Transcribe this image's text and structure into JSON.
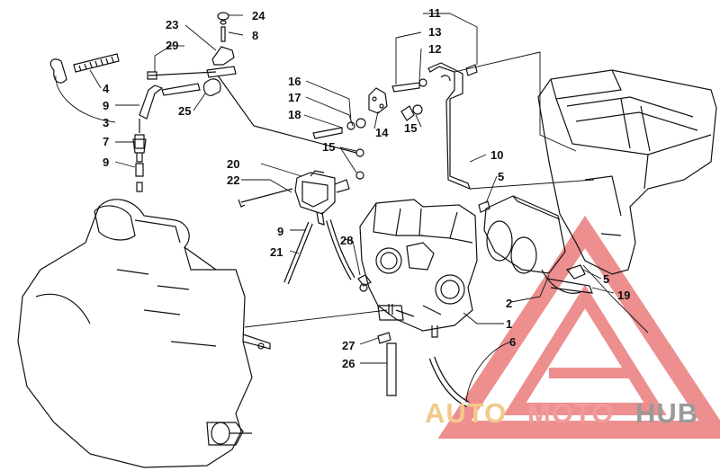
{
  "diagram": {
    "labels": [
      {
        "id": "24",
        "text": "24"
      },
      {
        "id": "8",
        "text": "8"
      },
      {
        "id": "23",
        "text": "23"
      },
      {
        "id": "29",
        "text": "29"
      },
      {
        "id": "4",
        "text": "4"
      },
      {
        "id": "9a",
        "text": "9"
      },
      {
        "id": "25",
        "text": "25"
      },
      {
        "id": "3",
        "text": "3"
      },
      {
        "id": "7",
        "text": "7"
      },
      {
        "id": "9b",
        "text": "9"
      },
      {
        "id": "11",
        "text": "11"
      },
      {
        "id": "13",
        "text": "13"
      },
      {
        "id": "12",
        "text": "12"
      },
      {
        "id": "16",
        "text": "16"
      },
      {
        "id": "17",
        "text": "17"
      },
      {
        "id": "18",
        "text": "18"
      },
      {
        "id": "14",
        "text": "14"
      },
      {
        "id": "15a",
        "text": "15"
      },
      {
        "id": "15b",
        "text": "15"
      },
      {
        "id": "10",
        "text": "10"
      },
      {
        "id": "20",
        "text": "20"
      },
      {
        "id": "22",
        "text": "22"
      },
      {
        "id": "5a",
        "text": "5"
      },
      {
        "id": "9c",
        "text": "9"
      },
      {
        "id": "21",
        "text": "21"
      },
      {
        "id": "28",
        "text": "28"
      },
      {
        "id": "5b",
        "text": "5"
      },
      {
        "id": "19",
        "text": "19"
      },
      {
        "id": "2",
        "text": "2"
      },
      {
        "id": "1",
        "text": "1"
      },
      {
        "id": "27",
        "text": "27"
      },
      {
        "id": "6",
        "text": "6"
      },
      {
        "id": "26",
        "text": "26"
      }
    ]
  },
  "watermark": {
    "part1": "AUTO",
    "part2": "MOTO",
    "part3": "HUB",
    "colors": {
      "auto": "#f2c98a",
      "moto": "#f29a9a",
      "hub": "#9a9a9a",
      "triangle": "#e86a6a"
    }
  }
}
